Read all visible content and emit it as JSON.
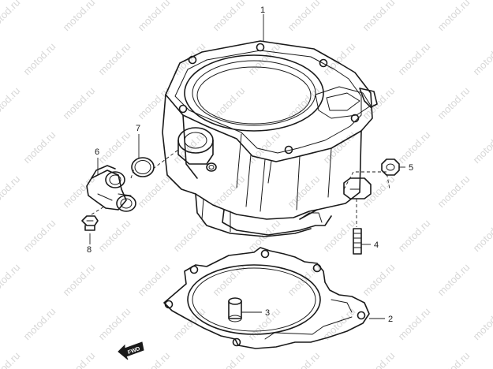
{
  "watermark": "motod.ru",
  "forward_label": "FWD",
  "callouts": {
    "c1": "1",
    "c2": "2",
    "c3": "3",
    "c4": "4",
    "c5": "5",
    "c6": "6",
    "c7": "7",
    "c8": "8"
  }
}
